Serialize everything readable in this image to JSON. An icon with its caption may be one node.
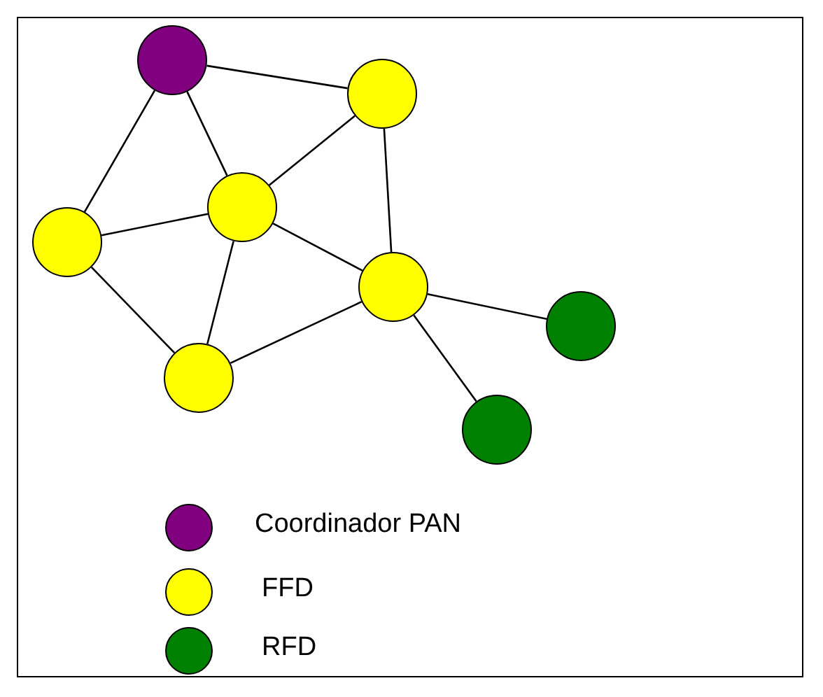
{
  "diagram": {
    "nodes": [
      {
        "text": [],
        "shape": "circle"
      },
      {
        "text": [],
        "shape": "circle"
      },
      {
        "text": [],
        "shape": "circle"
      },
      {
        "text": [],
        "shape": "circle"
      },
      {
        "text": [],
        "shape": "circle"
      },
      {
        "text": [],
        "shape": "circle"
      },
      {
        "text": [],
        "shape": "circle"
      },
      {
        "text": [],
        "shape": "circle"
      }
    ],
    "edges": [
      {
        "from": 0,
        "to": 1,
        "arrow": "none"
      },
      {
        "from": 0,
        "to": 2,
        "arrow": "none"
      },
      {
        "from": 0,
        "to": 3,
        "arrow": "none"
      },
      {
        "from": 1,
        "to": 2,
        "arrow": "none"
      },
      {
        "from": 1,
        "to": 4,
        "arrow": "none"
      },
      {
        "from": 2,
        "to": 3,
        "arrow": "none"
      },
      {
        "from": 2,
        "to": 4,
        "arrow": "none"
      },
      {
        "from": 2,
        "to": 6,
        "arrow": "none"
      },
      {
        "from": 3,
        "to": 6,
        "arrow": "none"
      },
      {
        "from": 6,
        "to": 4,
        "arrow": "none"
      },
      {
        "from": 4,
        "to": 5,
        "arrow": "none"
      },
      {
        "from": 4,
        "to": 7,
        "arrow": "none"
      }
    ],
    "legend": [
      {
        "text": "Coordinador PAN",
        "color": "#800080"
      },
      {
        "text": "FFD",
        "color": "#ffff00"
      },
      {
        "text": "RFD",
        "color": "#008000"
      }
    ]
  }
}
